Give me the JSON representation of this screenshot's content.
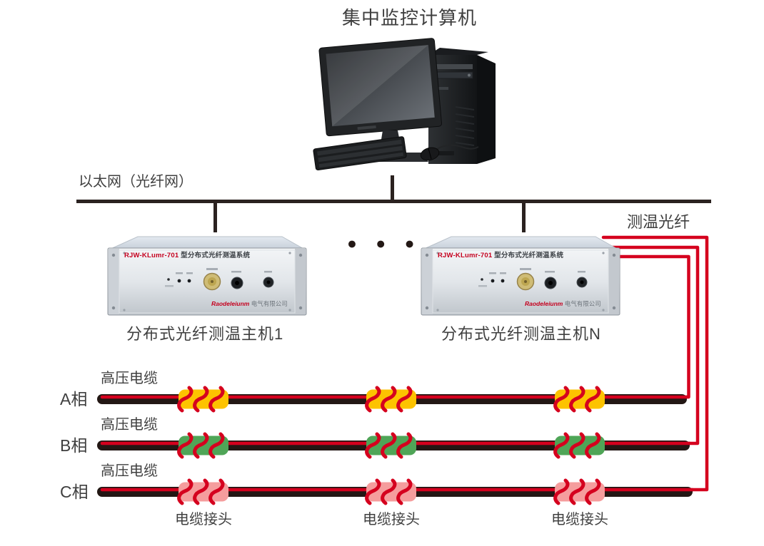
{
  "title": "集中监控计算机",
  "ethernet_label": "以太网（光纤网）",
  "fiber_label": "测温光纤",
  "ellipsis": "● ● ●",
  "devices": [
    {
      "name": "分布式光纤测温主机1",
      "model": "RJW-KLumr-701",
      "model_suffix": "型分布式光纤测温系统",
      "brand": "Raodeleiunm",
      "brand_suffix": "电气有限公司"
    },
    {
      "name": "分布式光纤测温主机N",
      "model": "RJW-KLumr-701",
      "model_suffix": "型分布式光纤测温系统",
      "brand": "Raodeleiunm",
      "brand_suffix": "电气有限公司"
    }
  ],
  "phases": [
    {
      "label": "A相",
      "cable_label": "高压电缆",
      "joint_color": "#fdc300"
    },
    {
      "label": "B相",
      "cable_label": "高压电缆",
      "joint_color": "#4fa557"
    },
    {
      "label": "C相",
      "cable_label": "高压电缆",
      "joint_color": "#f59d9d"
    }
  ],
  "joint_labels": [
    "电缆接头",
    "电缆接头",
    "电缆接头"
  ],
  "colors": {
    "fiber_red": "#d5001e",
    "cable_black": "#231714",
    "line_dark": "#2b2220",
    "text": "#3f3f3f"
  }
}
